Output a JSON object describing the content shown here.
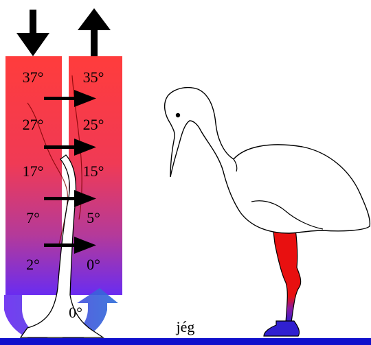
{
  "left_column_temps": [
    "37°",
    "27°",
    "17°",
    "7°",
    "2°"
  ],
  "right_column_temps": [
    "35°",
    "25°",
    "15°",
    "5°",
    "0°"
  ],
  "bottom_temp": "0°",
  "ice_label": "jég",
  "colors": {
    "warm": "#ff3c3c",
    "cold": "#6a2cf0",
    "leg_warm": "#e81010",
    "leg_cold": "#3020d0",
    "ground": "#1010cc",
    "arrows": "#000000"
  },
  "icons": [
    "arrow-down-icon",
    "arrow-up-icon",
    "heat-transfer-arrow-icon",
    "stork-icon"
  ]
}
